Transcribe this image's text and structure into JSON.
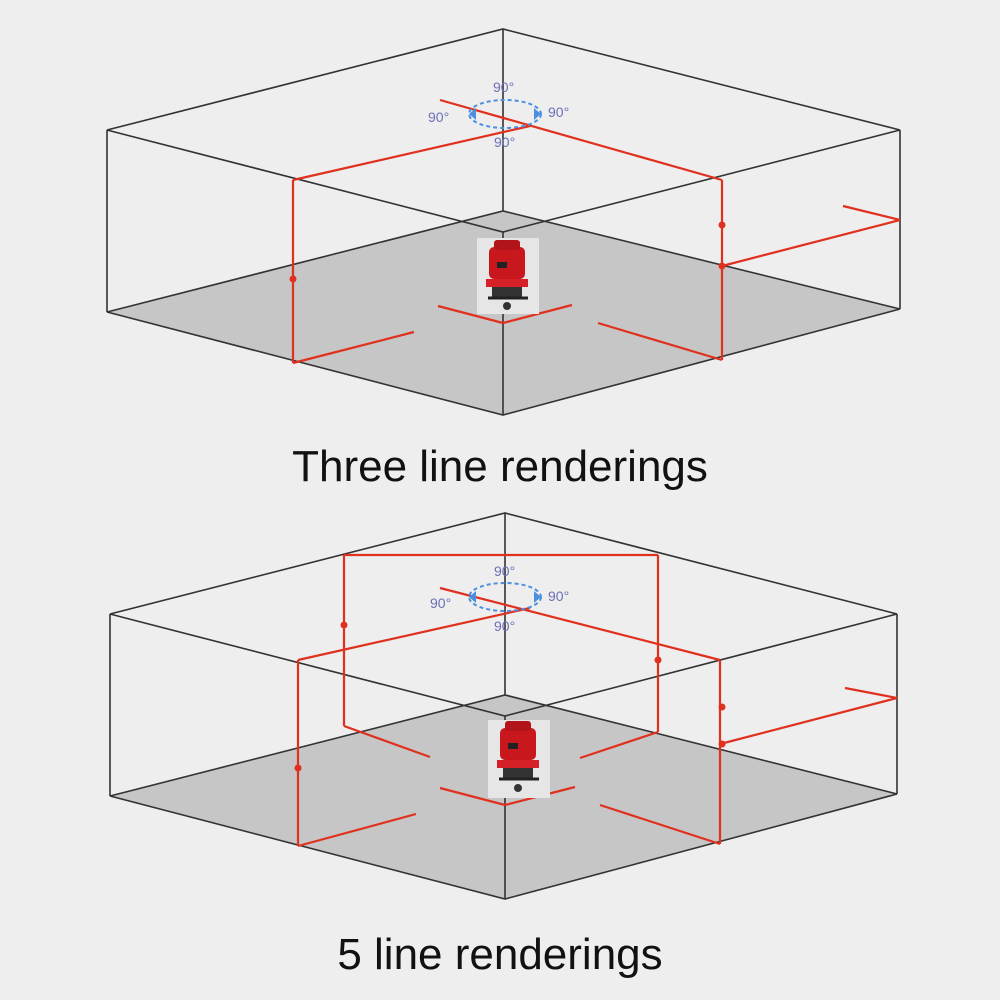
{
  "colors": {
    "background": "#eeeeee",
    "box_edge": "#333333",
    "floor": "#c4c4c4",
    "laser": "#e0301e",
    "angle": "#6b6fb5",
    "angle_arrow": "#4a8fe0",
    "device": "#c8181e"
  },
  "panels": [
    {
      "caption": "Three line renderings",
      "angles": {
        "top": "90°",
        "left": "90°",
        "right": "90°",
        "bottom": "90°"
      },
      "device_icon": "laser-level-device"
    },
    {
      "caption": "5 line renderings",
      "angles": {
        "top": "90°",
        "left": "90°",
        "right": "90°",
        "bottom": "90°"
      },
      "device_icon": "laser-level-device"
    }
  ]
}
